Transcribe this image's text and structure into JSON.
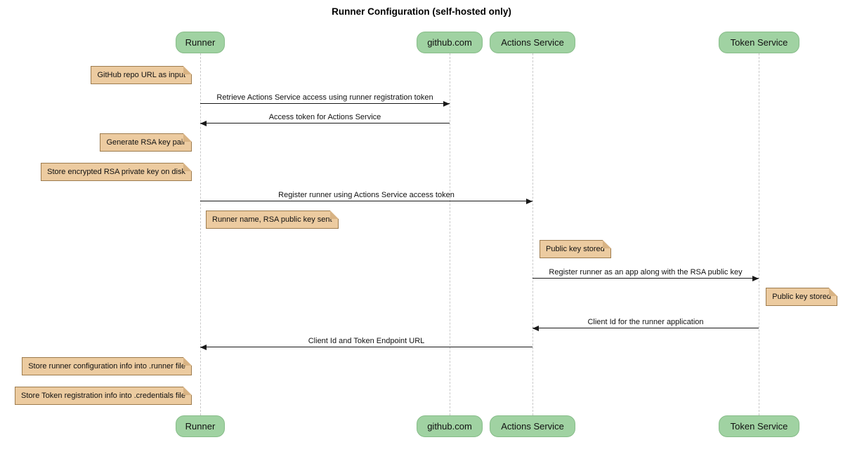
{
  "title": "Runner Configuration (self-hosted only)",
  "participants": [
    {
      "name": "Runner"
    },
    {
      "name": "github.com"
    },
    {
      "name": "Actions Service"
    },
    {
      "name": "Token Service"
    }
  ],
  "messages": [
    {
      "text": "Retrieve Actions Service access using runner registration token",
      "from": "Runner",
      "to": "github.com"
    },
    {
      "text": "Access token for Actions Service",
      "from": "github.com",
      "to": "Runner"
    },
    {
      "text": "Register runner using Actions Service access token",
      "from": "Runner",
      "to": "Actions Service"
    },
    {
      "text": "Register runner as an app along with the RSA public key",
      "from": "Actions Service",
      "to": "Token Service"
    },
    {
      "text": "Client Id for the runner application",
      "from": "Token Service",
      "to": "Actions Service"
    },
    {
      "text": "Client Id and Token Endpoint URL",
      "from": "Actions Service",
      "to": "Runner"
    }
  ],
  "notes": [
    {
      "text": "GitHub repo URL as input",
      "position": "left of Runner"
    },
    {
      "text": "Generate RSA key pair",
      "position": "left of Runner"
    },
    {
      "text": "Store encrypted RSA private key on disk",
      "position": "left of Runner"
    },
    {
      "text": "Runner name, RSA public key sent",
      "position": "right of Runner"
    },
    {
      "text": "Public key stored",
      "position": "right of Actions Service"
    },
    {
      "text": "Public key stored",
      "position": "right of Token Service"
    },
    {
      "text": "Store runner configuration info into .runner file",
      "position": "left of Runner"
    },
    {
      "text": "Store Token registration info into .credentials file",
      "position": "left of Runner"
    }
  ],
  "colors": {
    "participant_fill": "#A0D2A2",
    "participant_border": "#86BC88",
    "note_fill": "#ECCBA0",
    "note_border": "#9D7B4D",
    "arrow": "#181818",
    "lifeline": "#C9C9C9",
    "background": "#FFFFFF"
  }
}
